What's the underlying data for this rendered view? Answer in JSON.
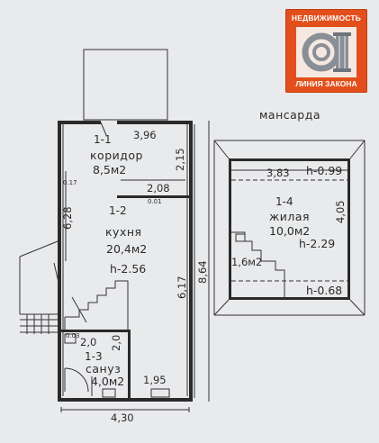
{
  "logo": {
    "top_text": "НЕДВИЖИМОСТЬ",
    "bottom_text": "ЛИНИЯ ЗАКОНА",
    "colors": {
      "background": "#e24f1c",
      "emblem": "#f4e8e1"
    }
  },
  "plan": {
    "attic_heading": "мансарда",
    "rooms": [
      {
        "id": "1-1",
        "name": "коридор",
        "area": "8,5м2"
      },
      {
        "id": "1-2",
        "name": "кухня",
        "area": "20,4м2",
        "height": "h-2.56"
      },
      {
        "id": "1-3",
        "name": "сануз",
        "area": "4,0м2"
      },
      {
        "id": "1-4",
        "name": "жилая",
        "area": "10,0м2",
        "height_mid": "h-2.29",
        "height_top": "h-0.99",
        "height_bottom": "h-0.68"
      }
    ],
    "dims": {
      "corridor_width": "3,96",
      "corridor_depth": "2,15",
      "kitchen_step": "2,08",
      "left_wall": "6,28",
      "kitchen_depth": "6,17",
      "total_depth": "8,64",
      "bath_width": "2,0",
      "bath_depth": "2,0",
      "bath_right": "1,95",
      "total_width": "4,30",
      "attic_width": "3,83",
      "attic_depth": "4,05",
      "stair_area": "1,6м2",
      "wall_a": "0.17",
      "wall_b": "0.01",
      "wall_c": "0.03"
    }
  }
}
